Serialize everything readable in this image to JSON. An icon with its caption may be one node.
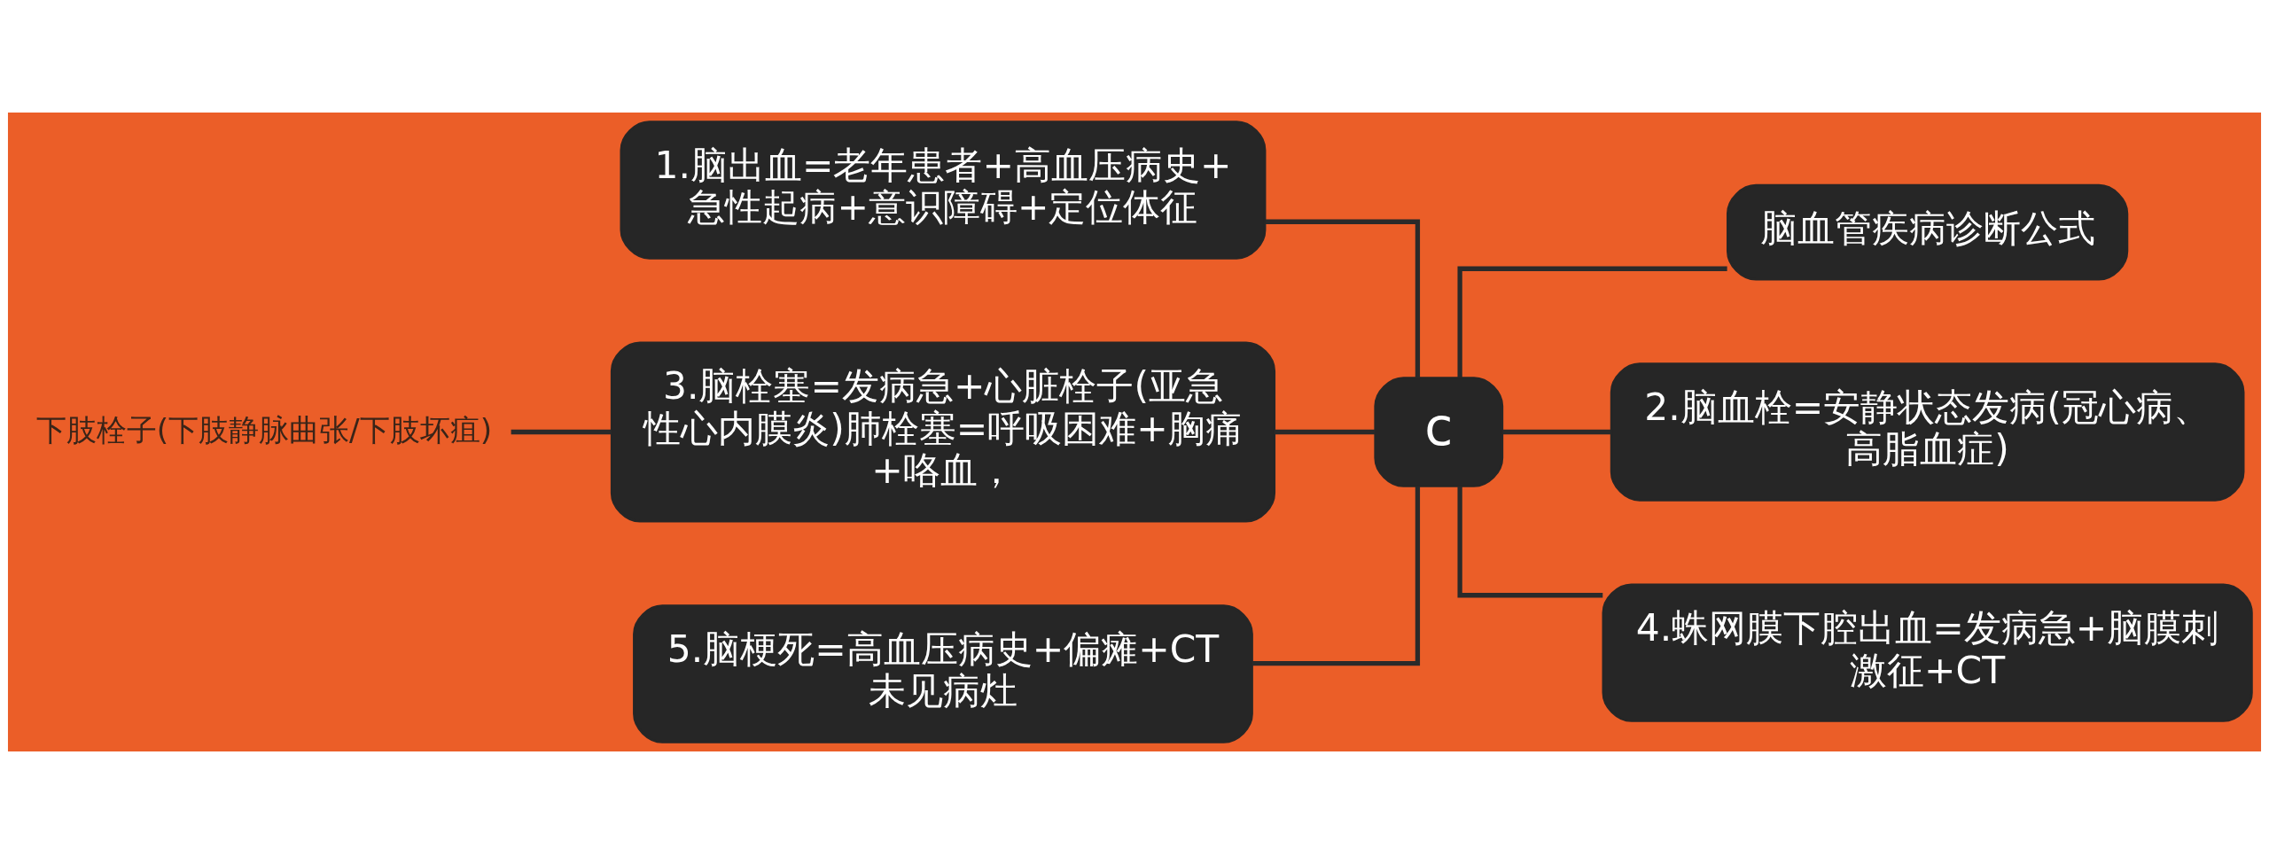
{
  "diagram": {
    "nodes": [
      {
        "text": [
          "c"
        ]
      },
      {
        "text": [
          "脑血管疾病诊断公式"
        ]
      },
      {
        "text": [
          "2.脑血栓=安静状态发病(冠心病、高脂血症)"
        ]
      },
      {
        "text": [
          "4.蛛网膜下腔出血=发病急+脑膜刺激征+CT"
        ]
      },
      {
        "text": [
          "1.脑出血=老年患者+高血压病史+急性起病+意识障碍+定位体征"
        ]
      },
      {
        "text": [
          "3.脑栓塞=发病急+心脏栓子(亚急性心内膜炎)肺栓塞=呼吸困难+胸痛+咯血，"
        ]
      },
      {
        "text": [
          "5.脑梗死=高血压病史+偏瘫+CT未见病灶"
        ]
      },
      {
        "text": [
          "下肢栓子(下肢静脉曲张/下肢坏疽)"
        ]
      }
    ],
    "edges": [
      {
        "from": 0,
        "to": 1,
        "arrow": "none"
      },
      {
        "from": 0,
        "to": 2,
        "arrow": "none"
      },
      {
        "from": 0,
        "to": 3,
        "arrow": "none"
      },
      {
        "from": 0,
        "to": 4,
        "arrow": "none"
      },
      {
        "from": 0,
        "to": 5,
        "arrow": "none"
      },
      {
        "from": 0,
        "to": 6,
        "arrow": "none"
      },
      {
        "from": 5,
        "to": 7,
        "arrow": "none"
      }
    ]
  }
}
